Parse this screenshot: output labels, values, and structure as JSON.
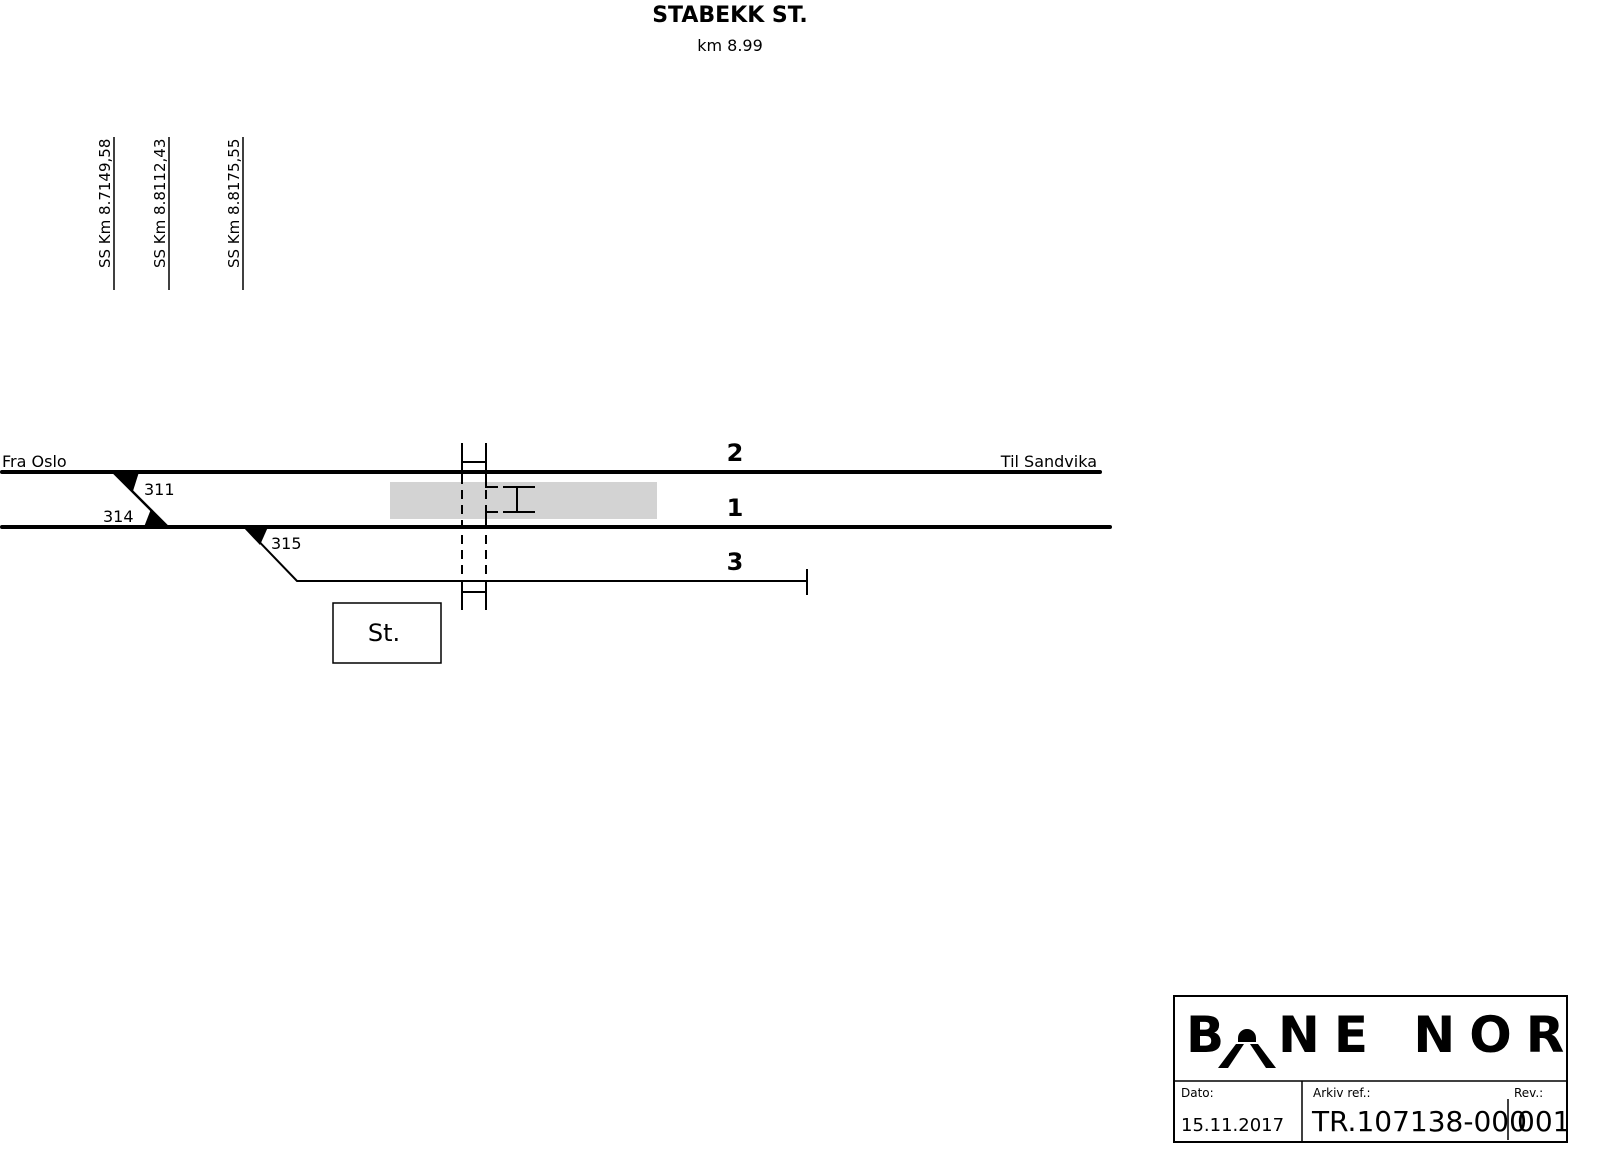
{
  "header": {
    "title": "STABEKK ST.",
    "km": "km 8.99"
  },
  "km_markers": [
    {
      "label": "SS Km 8.7149,58"
    },
    {
      "label": "SS Km 8.8112,43"
    },
    {
      "label": "SS Km 8.8175,55"
    }
  ],
  "directions": {
    "from": "Fra Oslo",
    "to": "Til Sandvika"
  },
  "tracks": [
    {
      "number": "2"
    },
    {
      "number": "1"
    },
    {
      "number": "3"
    }
  ],
  "switches": [
    "311",
    "314",
    "315"
  ],
  "station_building": {
    "label": "St."
  },
  "platform_color": "#d3d3d3",
  "title_block": {
    "logo": "BANE NOR",
    "date_label": "Dato:",
    "date": "15.11.2017",
    "archive_label": "Arkiv ref.:",
    "archive_ref": "TR.107138-000",
    "rev_label": "Rev.:",
    "rev": "001"
  }
}
